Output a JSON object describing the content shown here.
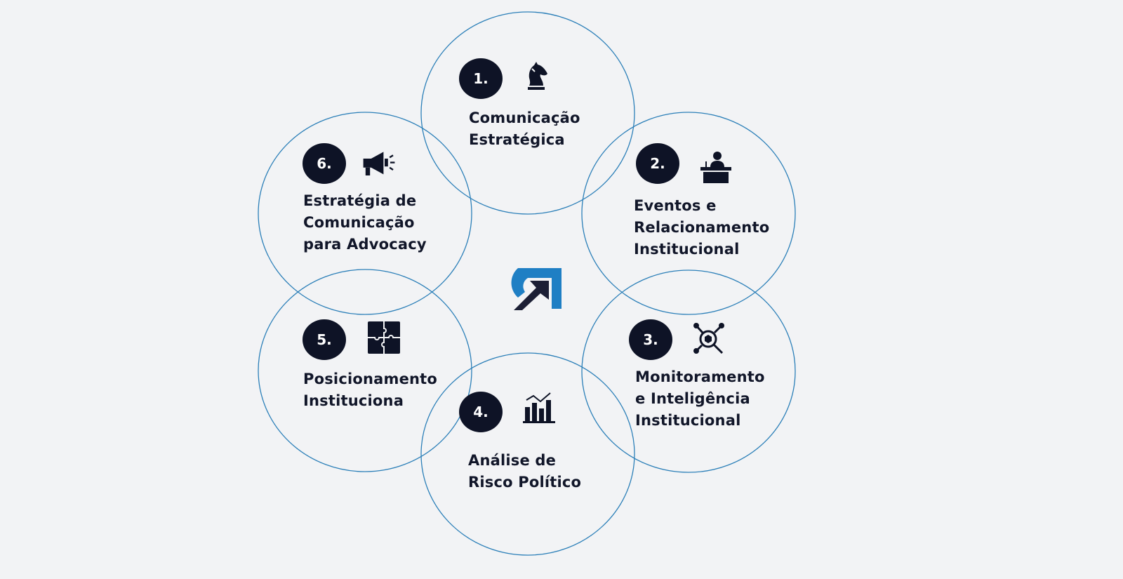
{
  "colors": {
    "ring": "#2b7fb8",
    "dark": "#0e1326",
    "logo_blue": "#1f7fc4",
    "background": "#f2f3f5"
  },
  "logo": {
    "icon": "arrow-logo-icon"
  },
  "items": [
    {
      "number": "1.",
      "icon": "chess-knight-icon",
      "lines": [
        "Comunicação",
        "Estratégica"
      ]
    },
    {
      "number": "2.",
      "icon": "speaker-podium-icon",
      "lines": [
        "Eventos e",
        "Relacionamento",
        "Institucional"
      ]
    },
    {
      "number": "3.",
      "icon": "network-magnifier-icon",
      "lines": [
        "Monitoramento",
        "e Inteligência",
        "Institucional"
      ]
    },
    {
      "number": "4.",
      "icon": "bar-chart-icon",
      "lines": [
        "Análise de",
        "Risco Político"
      ]
    },
    {
      "number": "5.",
      "icon": "puzzle-icon",
      "lines": [
        "Posicionamento",
        "Instituciona"
      ]
    },
    {
      "number": "6.",
      "icon": "megaphone-icon",
      "lines": [
        "Estratégia de",
        "Comunicação",
        "para Advocacy"
      ]
    }
  ]
}
